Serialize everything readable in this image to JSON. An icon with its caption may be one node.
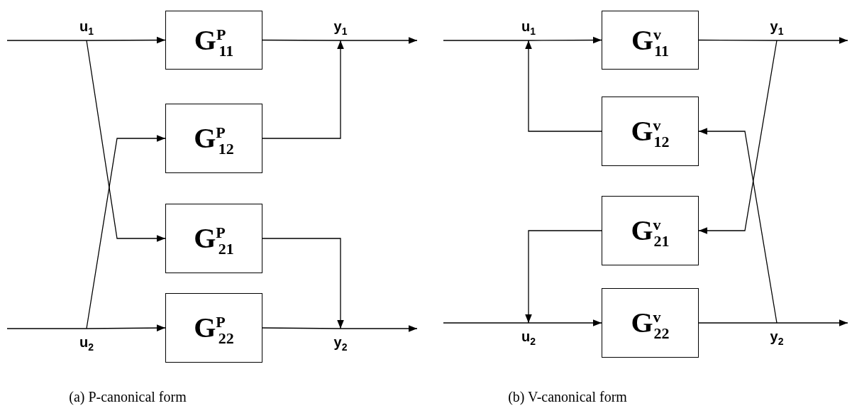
{
  "diagram": {
    "nodes": [
      {
        "text": [
          "u$_{1}$"
        ]
      },
      {
        "text": [
          "G$^{P}$$_{11}$"
        ]
      },
      {
        "text": [
          "y$_{1}$"
        ]
      },
      {
        "text": [
          "G$^{P}$$_{12}$"
        ]
      },
      {
        "text": [
          "G$^{P}$$_{21}$"
        ]
      },
      {
        "text": [
          "G$^{P}$$_{22}$"
        ]
      },
      {
        "text": [
          "u$_{2}$"
        ]
      },
      {
        "text": [
          "y$_{2}$"
        ]
      },
      {
        "text": [
          "u$_{1}$"
        ]
      },
      {
        "text": [
          "G$^{v}$$_{11}$"
        ]
      },
      {
        "text": [
          "y$_{1}$"
        ]
      },
      {
        "text": [
          "G$^{v}$$_{12}$"
        ]
      },
      {
        "text": [
          "G$^{v}$$_{21}$"
        ]
      },
      {
        "text": [
          "G$^{v}$$_{22}$"
        ]
      },
      {
        "text": [
          "u$_{2}$"
        ]
      },
      {
        "text": [
          "y$_{2}$"
        ]
      }
    ],
    "edges": [
      {
        "from": null,
        "to": 0,
        "arrow": "none"
      },
      {
        "from": 0,
        "to": 1,
        "arrow": "to"
      },
      {
        "from": 0,
        "to": 4,
        "arrow": "to"
      },
      {
        "from": null,
        "to": 6,
        "arrow": "none"
      },
      {
        "from": 6,
        "to": 3,
        "arrow": "to"
      },
      {
        "from": 6,
        "to": 5,
        "arrow": "to"
      },
      {
        "from": 1,
        "to": 2,
        "arrow": "none"
      },
      {
        "from": 3,
        "to": 2,
        "arrow": "to"
      },
      {
        "from": 2,
        "to": null,
        "arrow": "to"
      },
      {
        "from": 4,
        "to": 7,
        "arrow": "to"
      },
      {
        "from": 5,
        "to": 7,
        "arrow": "none"
      },
      {
        "from": 7,
        "to": null,
        "arrow": "to"
      },
      {
        "from": null,
        "to": 8,
        "arrow": "none"
      },
      {
        "from": 8,
        "to": 9,
        "arrow": "to"
      },
      {
        "from": 11,
        "to": 8,
        "arrow": "to"
      },
      {
        "from": 9,
        "to": 10,
        "arrow": "none"
      },
      {
        "from": 10,
        "to": null,
        "arrow": "to"
      },
      {
        "from": 10,
        "to": 12,
        "arrow": "to"
      },
      {
        "from": null,
        "to": 14,
        "arrow": "none"
      },
      {
        "from": 12,
        "to": 14,
        "arrow": "to"
      },
      {
        "from": 14,
        "to": 13,
        "arrow": "to"
      },
      {
        "from": 13,
        "to": 15,
        "arrow": "none"
      },
      {
        "from": 15,
        "to": null,
        "arrow": "to"
      },
      {
        "from": 15,
        "to": 11,
        "arrow": "to"
      }
    ],
    "labels": [
      "(a) P-canonical form",
      "(b) V-canonical form"
    ]
  }
}
